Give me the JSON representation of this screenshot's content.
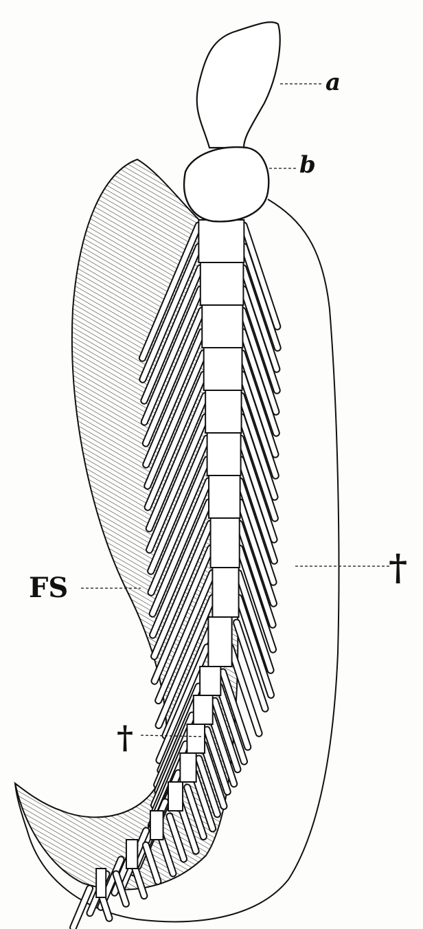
{
  "figure": {
    "labels": {
      "a": "a",
      "b": "b",
      "fs": "FS",
      "dagger_right": "†",
      "dagger_left": "†"
    },
    "colors": {
      "ink": "#111111",
      "paper": "#fdfdfc"
    }
  }
}
